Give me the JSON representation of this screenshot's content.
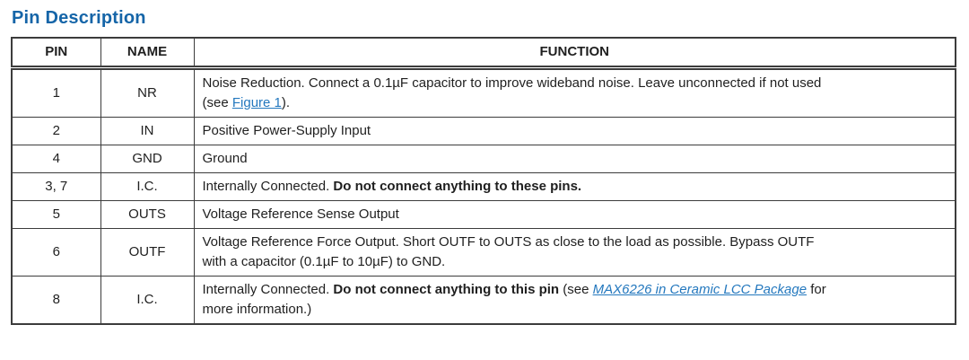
{
  "title": "Pin Description",
  "colors": {
    "title": "#1565a8",
    "link": "#2478be",
    "border": "#3c3c3c",
    "text": "#1f1f1f"
  },
  "table": {
    "headers": [
      "PIN",
      "NAME",
      "FUNCTION"
    ],
    "rows": [
      {
        "pin": "1",
        "name": "NR",
        "function": [
          {
            "text": "Noise Reduction. Connect a 0.1µF capacitor to improve wideband noise. Leave unconnected if not used",
            "style": "normal"
          },
          {
            "break": true
          },
          {
            "text": "(see ",
            "style": "normal"
          },
          {
            "text": "Figure 1",
            "style": "link",
            "name": "figure-1-link"
          },
          {
            "text": ").",
            "style": "normal"
          }
        ]
      },
      {
        "pin": "2",
        "name": "IN",
        "function": [
          {
            "text": "Positive Power-Supply Input",
            "style": "normal"
          }
        ]
      },
      {
        "pin": "4",
        "name": "GND",
        "function": [
          {
            "text": "Ground",
            "style": "normal"
          }
        ]
      },
      {
        "pin": "3, 7",
        "name": "I.C.",
        "function": [
          {
            "text": "Internally Connected. ",
            "style": "normal"
          },
          {
            "text": "Do not connect anything to these pins.",
            "style": "bold"
          }
        ]
      },
      {
        "pin": "5",
        "name": "OUTS",
        "function": [
          {
            "text": "Voltage Reference Sense Output",
            "style": "normal"
          }
        ]
      },
      {
        "pin": "6",
        "name": "OUTF",
        "function": [
          {
            "text": "Voltage Reference Force Output. Short OUTF to OUTS as close to the load as possible. Bypass OUTF",
            "style": "normal"
          },
          {
            "break": true
          },
          {
            "text": "with a capacitor (0.1µF to 10µF) to GND.",
            "style": "normal"
          }
        ]
      },
      {
        "pin": "8",
        "name": "I.C.",
        "function": [
          {
            "text": "Internally Connected. ",
            "style": "normal"
          },
          {
            "text": "Do not connect anything to this pin",
            "style": "bold"
          },
          {
            "text": " (see ",
            "style": "normal"
          },
          {
            "text": "MAX6226 in Ceramic LCC Package",
            "style": "link_italic",
            "name": "max6226-ceramic-lcc-link"
          },
          {
            "text": " for",
            "style": "normal"
          },
          {
            "break": true
          },
          {
            "text": "more information.)",
            "style": "normal"
          }
        ]
      }
    ]
  }
}
